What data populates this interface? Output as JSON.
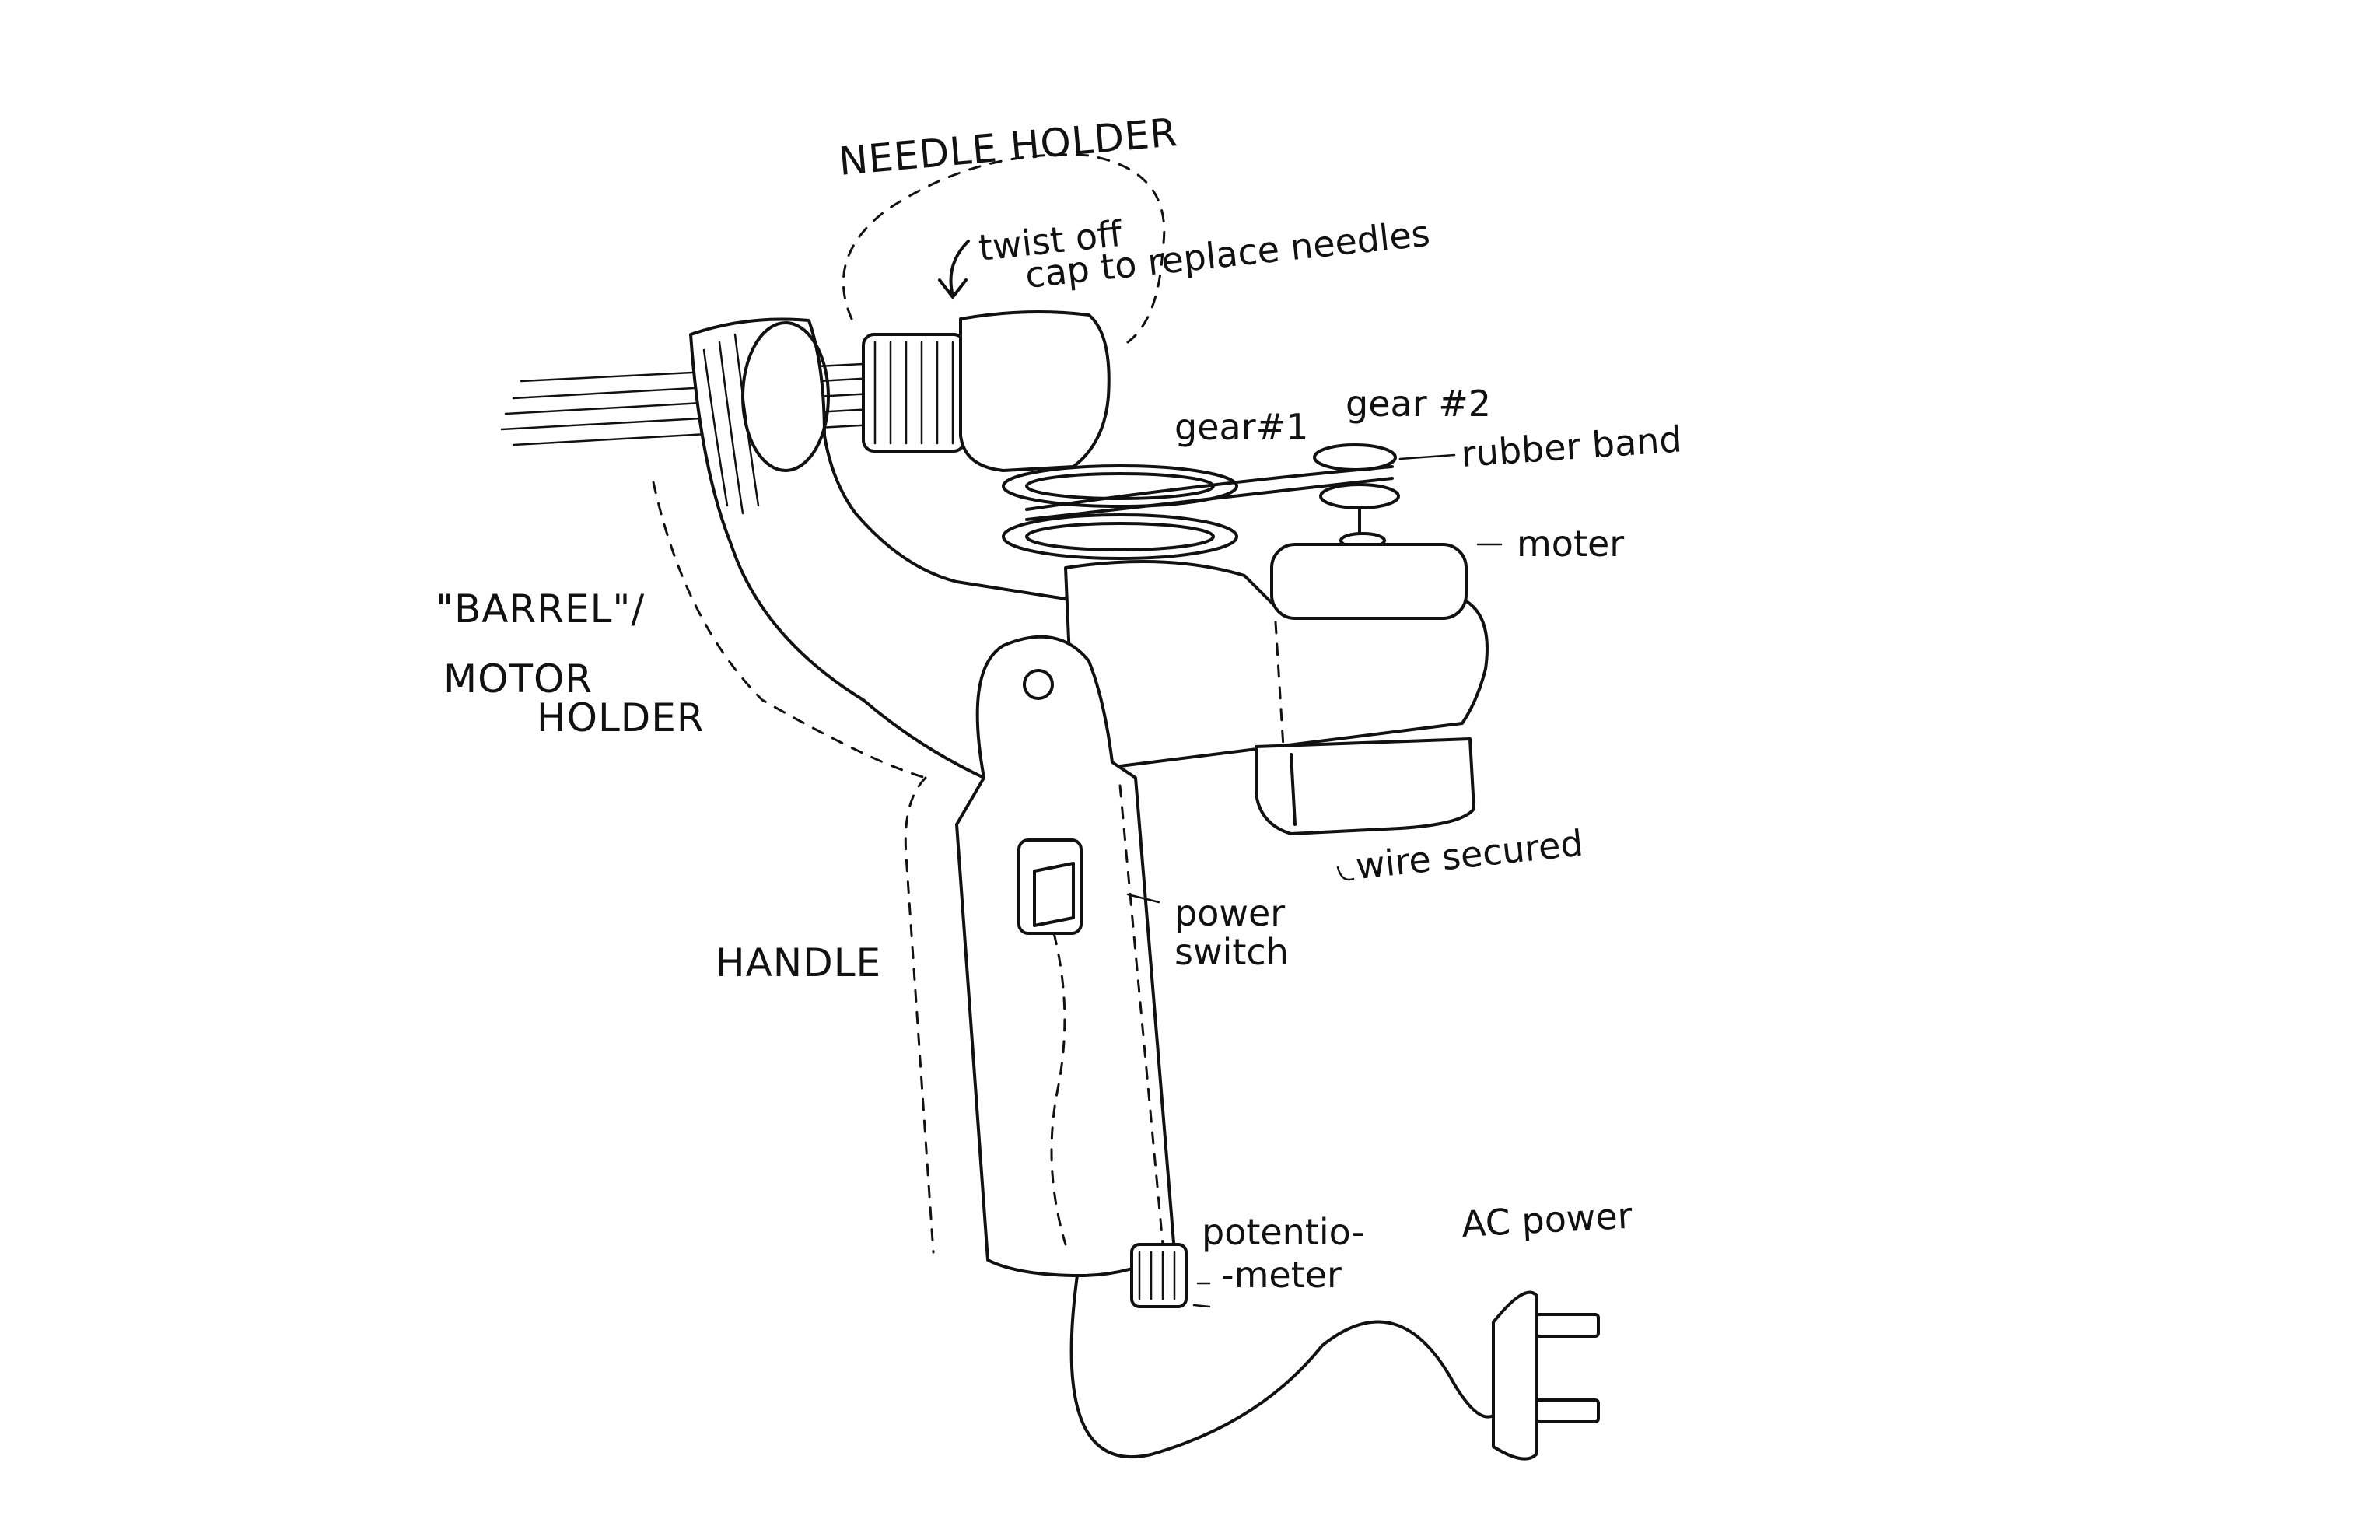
{
  "labels": {
    "needle_holder": "NEEDLE HOLDER",
    "twist_off_line1": "twist off",
    "twist_off_line2": "cap to replace needles",
    "gear1": "gear#1",
    "gear2": "gear #2",
    "rubber_band": "rubber band",
    "motor": "moter",
    "barrel_line1": "\"BARREL\"/",
    "barrel_line2": "MOTOR",
    "barrel_line3": "HOLDER",
    "handle": "HANDLE",
    "power_switch_line1": "power",
    "power_switch_line2": "switch",
    "wire_secured": "wire secured",
    "potentiometer_line1": "potentio-",
    "potentiometer_line2": "-meter",
    "ac_power": "AC power"
  }
}
